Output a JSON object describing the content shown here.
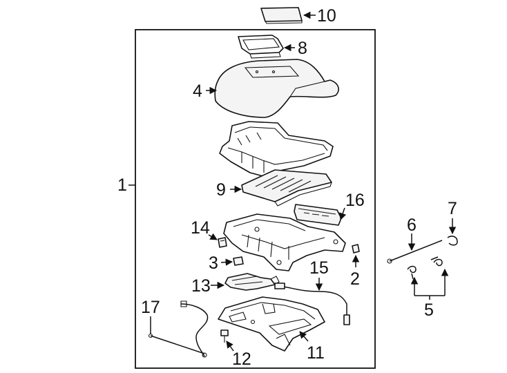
{
  "callouts": {
    "c1": "1",
    "c2": "2",
    "c3": "3",
    "c4": "4",
    "c5": "5",
    "c6": "6",
    "c7": "7",
    "c8": "8",
    "c9": "9",
    "c10": "10",
    "c11": "11",
    "c12": "12",
    "c13": "13",
    "c14": "14",
    "c15": "15",
    "c16": "16",
    "c17": "17"
  },
  "colors": {
    "ink": "#111111",
    "paper": "#ffffff"
  }
}
